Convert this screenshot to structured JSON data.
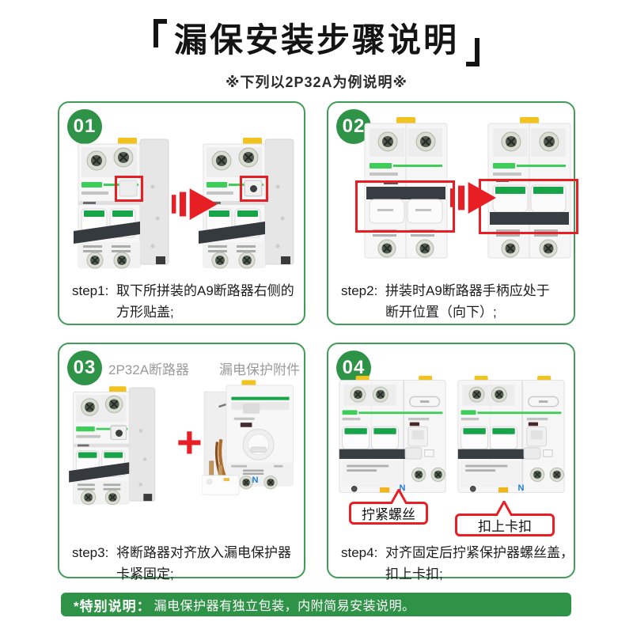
{
  "header": {
    "title": "漏保安装步骤说明",
    "subtitle": "※下列以2P32A为例说明※"
  },
  "colors": {
    "green": "#2e9247",
    "panel_border_green": "#3f9d57",
    "schneider_green": "#3dcd58",
    "strip_green": "#18a54a",
    "red": "#e81e25",
    "yellow_clip": "#f2c21e",
    "blue_neutral": "#1e7fd6",
    "gray_label": "#9a9a9a"
  },
  "steps": [
    {
      "badge": "01",
      "label": "step1:",
      "lines": [
        "取下所拼装的A9断路器右侧的",
        "方形贴盖;"
      ]
    },
    {
      "badge": "02",
      "label": "step2:",
      "lines": [
        "拼装时A9断路器手柄应处于",
        "断开位置（向下）;"
      ]
    },
    {
      "badge": "03",
      "label": "step3:",
      "lines": [
        "将断路器对齐放入漏电保护器",
        "卡紧固定;"
      ]
    },
    {
      "badge": "04",
      "label": "step4:",
      "lines": [
        "对齐固定后拧紧保护器螺丝盖，",
        "扣上卡扣;"
      ]
    }
  ],
  "panel3": {
    "left_label": "2P32A断路器",
    "right_label": "漏电保护附件",
    "plus": "+"
  },
  "panel4": {
    "callout1": "拧紧螺丝",
    "callout2": "扣上卡扣"
  },
  "products": {
    "neutral_marker": "N"
  },
  "footer": {
    "note_label": "*特别说明：",
    "note_text": "漏电保护器有独立包装，内附简易安装说明。"
  }
}
